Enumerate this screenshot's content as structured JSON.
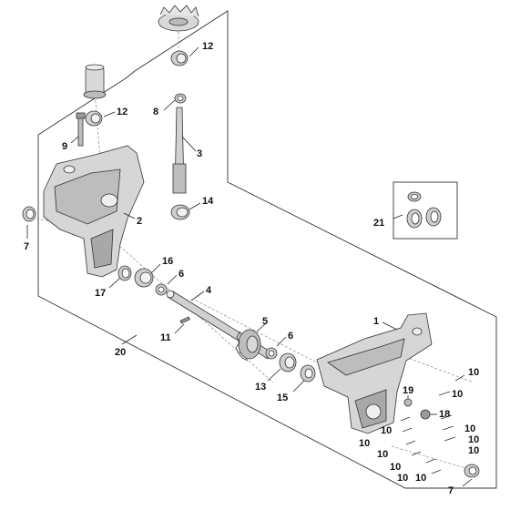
{
  "callouts": {
    "p1": "1",
    "p2": "2",
    "p3": "3",
    "p4": "4",
    "p5": "5",
    "p6a": "6",
    "p6b": "6",
    "p7a": "7",
    "p7b": "7",
    "p8": "8",
    "p9": "9",
    "p10a": "10",
    "p10b": "10",
    "p10c": "10",
    "p10d": "10",
    "p10e": "10",
    "p10f": "10",
    "p10g": "10",
    "p10h": "10",
    "p10i": "10",
    "p10j": "10",
    "p10k": "10",
    "p11": "11",
    "p12a": "12",
    "p12b": "12",
    "p13": "13",
    "p14": "14",
    "p15": "15",
    "p16": "16",
    "p17": "17",
    "p18": "18",
    "p19": "19",
    "p20": "20",
    "p21": "21"
  },
  "colors": {
    "line": "#333333",
    "part_fill": "#d9d9d9",
    "part_dark": "#9a9a9a",
    "background": "#ffffff"
  }
}
